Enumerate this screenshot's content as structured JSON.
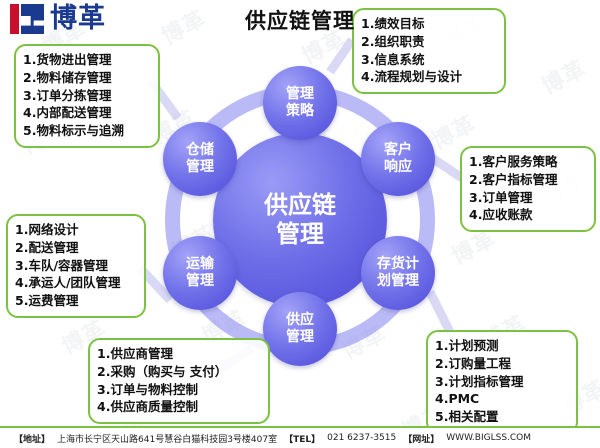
{
  "brand": {
    "logo_text": "博革",
    "logo_icon": "bg-monogram-icon"
  },
  "header": {
    "title": "供应链管理"
  },
  "diagram": {
    "center": {
      "line1": "供应链",
      "line2": "管理"
    },
    "nodes": [
      {
        "id": "strategy",
        "line1": "管理",
        "line2": "策略"
      },
      {
        "id": "customer",
        "line1": "客户",
        "line2": "响应"
      },
      {
        "id": "inventory",
        "line1": "存货计",
        "line2": "划管理"
      },
      {
        "id": "supply",
        "line1": "供应",
        "line2": "管理"
      },
      {
        "id": "transport",
        "line1": "运输",
        "line2": "管理"
      },
      {
        "id": "warehouse",
        "line1": "仓储",
        "line2": "管理"
      }
    ],
    "callouts": {
      "strategy": [
        "1.绩效目标",
        "2.组织职责",
        "3.信息系统",
        "4.流程规划与设计"
      ],
      "warehouse": [
        "1.货物进出管理",
        "2.物料储存管理",
        "3.订单分拣管理",
        "4.内部配送管理",
        "5.物料标示与追溯"
      ],
      "customer": [
        "1.客户服务策略",
        "2.客户指标管理",
        "3.订单管理",
        "4.应收账款"
      ],
      "transport": [
        "1.网络设计",
        "2.配送管理",
        "3.车队/容器管理",
        "4.承运人/团队管理",
        "5.运费管理"
      ],
      "inventory": [
        "1.计划预测",
        "2.订购量工程",
        "3.计划指标管理",
        "4.PMC",
        "5.相关配置"
      ],
      "supply": [
        "1.供应商管理",
        "2.采购（购买与 支付）",
        "3.订单与物料控制",
        "4.供应商质量控制"
      ]
    }
  },
  "footer": {
    "address_label": "【地址】",
    "address_value": "上海市长宁区天山路641号慧谷白猫科技园3号楼407室",
    "tel_label": "【TEL】",
    "tel_value": "021 6237-3515",
    "web_label": "【网址】",
    "web_value": "WWW.BIGLSS.COM"
  },
  "watermark": {
    "text": "博革"
  },
  "colors": {
    "brand_red": "#c8102e",
    "brand_blue": "#1a3a8f",
    "node_purple": "#6f6fe8",
    "ring_purple": "#8f8ff0",
    "callout_green": "#7cc242"
  }
}
